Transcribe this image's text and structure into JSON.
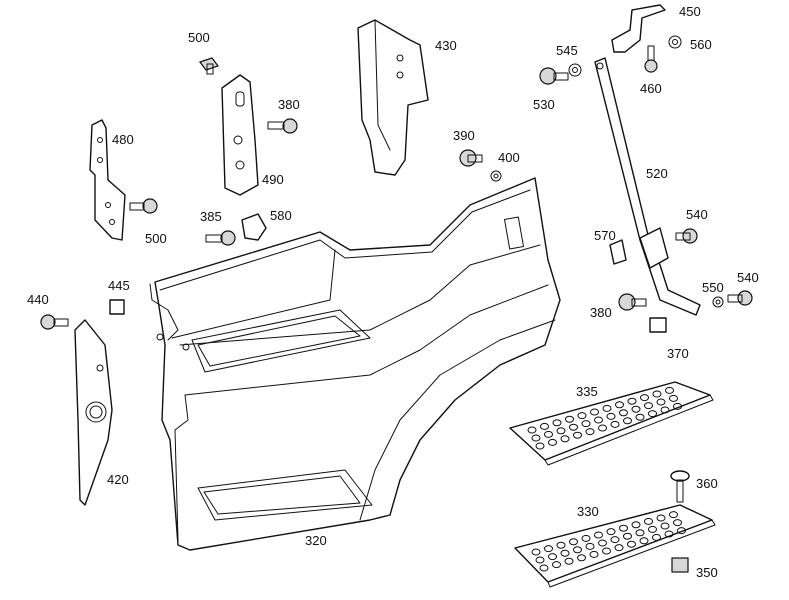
{
  "diagram": {
    "parts": [
      {
        "id": "part-320",
        "number": "320"
      },
      {
        "id": "part-330",
        "number": "330"
      },
      {
        "id": "part-335",
        "number": "335"
      },
      {
        "id": "part-350",
        "number": "350"
      },
      {
        "id": "part-360",
        "number": "360"
      },
      {
        "id": "part-370",
        "number": "370"
      },
      {
        "id": "part-380-a",
        "number": "380"
      },
      {
        "id": "part-380-b",
        "number": "380"
      },
      {
        "id": "part-385",
        "number": "385"
      },
      {
        "id": "part-390",
        "number": "390"
      },
      {
        "id": "part-400",
        "number": "400"
      },
      {
        "id": "part-420",
        "number": "420"
      },
      {
        "id": "part-430",
        "number": "430"
      },
      {
        "id": "part-440",
        "number": "440"
      },
      {
        "id": "part-445",
        "number": "445"
      },
      {
        "id": "part-450",
        "number": "450"
      },
      {
        "id": "part-460",
        "number": "460"
      },
      {
        "id": "part-480",
        "number": "480"
      },
      {
        "id": "part-490",
        "number": "490"
      },
      {
        "id": "part-500-a",
        "number": "500"
      },
      {
        "id": "part-500-b",
        "number": "500"
      },
      {
        "id": "part-520",
        "number": "520"
      },
      {
        "id": "part-530",
        "number": "530"
      },
      {
        "id": "part-540-a",
        "number": "540"
      },
      {
        "id": "part-540-b",
        "number": "540"
      },
      {
        "id": "part-545",
        "number": "545"
      },
      {
        "id": "part-550",
        "number": "550"
      },
      {
        "id": "part-560",
        "number": "560"
      },
      {
        "id": "part-570",
        "number": "570"
      },
      {
        "id": "part-580",
        "number": "580"
      }
    ]
  }
}
